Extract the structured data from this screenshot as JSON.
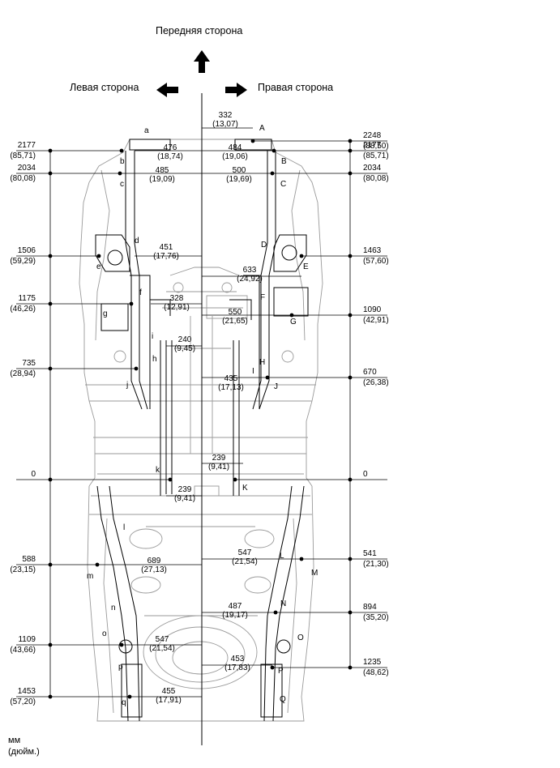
{
  "header": {
    "front": "Передняя сторона",
    "left": "Левая сторона",
    "right": "Правая сторона"
  },
  "units": {
    "line1": "мм",
    "line2": "(дюйм.)"
  },
  "vertical_left": [
    {
      "mm": "2177",
      "in": "(85,71)"
    },
    {
      "mm": "2034",
      "in": "(80,08)"
    },
    {
      "mm": "1506",
      "in": "(59,29)"
    },
    {
      "mm": "1175",
      "in": "(46,26)"
    },
    {
      "mm": "735",
      "in": "(28,94)"
    },
    {
      "mm": "0",
      "in": ""
    },
    {
      "mm": "588",
      "in": "(23,15)"
    },
    {
      "mm": "1109",
      "in": "(43,66)"
    },
    {
      "mm": "1453",
      "in": "(57,20)"
    }
  ],
  "vertical_right": [
    {
      "mm": "2248",
      "in": "(88,50)"
    },
    {
      "mm": "2177",
      "in": "(85,71)"
    },
    {
      "mm": "2034",
      "in": "(80,08)"
    },
    {
      "mm": "1463",
      "in": "(57,60)"
    },
    {
      "mm": "1090",
      "in": "(42,91)"
    },
    {
      "mm": "670",
      "in": "(26,38)"
    },
    {
      "mm": "0",
      "in": ""
    },
    {
      "mm": "541",
      "in": "(21,30)"
    },
    {
      "mm": "894",
      "in": "(35,20)"
    },
    {
      "mm": "1235",
      "in": "(48,62)"
    }
  ],
  "horizontal": [
    {
      "mm": "332",
      "in": "(13,07)"
    },
    {
      "mm": "476",
      "in": "(18,74)"
    },
    {
      "mm": "484",
      "in": "(19,06)"
    },
    {
      "mm": "485",
      "in": "(19,09)"
    },
    {
      "mm": "500",
      "in": "(19,69)"
    },
    {
      "mm": "451",
      "in": "(17,76)"
    },
    {
      "mm": "633",
      "in": "(24,92)"
    },
    {
      "mm": "328",
      "in": "(12,91)"
    },
    {
      "mm": "550",
      "in": "(21,65)"
    },
    {
      "mm": "240",
      "in": "(9,45)"
    },
    {
      "mm": "435",
      "in": "(17,13)"
    },
    {
      "mm": "239",
      "in": "(9,41)"
    },
    {
      "mm": "239",
      "in": "(9,41)"
    },
    {
      "mm": "547",
      "in": "(21,54)"
    },
    {
      "mm": "689",
      "in": "(27,13)"
    },
    {
      "mm": "487",
      "in": "(19,17)"
    },
    {
      "mm": "547",
      "in": "(21,54)"
    },
    {
      "mm": "453",
      "in": "(17,83)"
    },
    {
      "mm": "455",
      "in": "(17,91)"
    }
  ],
  "points_left": [
    "a",
    "b",
    "c",
    "d",
    "e",
    "f",
    "g",
    "h",
    "i",
    "j",
    "k",
    "l",
    "m",
    "n",
    "o",
    "p",
    "q"
  ],
  "points_right": [
    "A",
    "B",
    "C",
    "D",
    "E",
    "F",
    "G",
    "H",
    "I",
    "J",
    "K",
    "L",
    "M",
    "N",
    "O",
    "P",
    "Q"
  ]
}
